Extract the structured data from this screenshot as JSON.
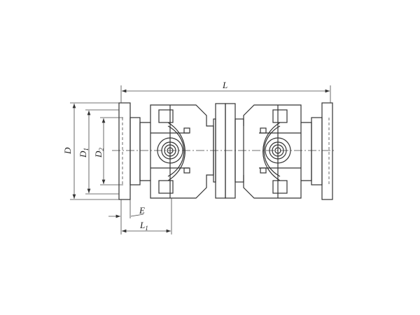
{
  "drawing": {
    "title_dimension_labels": {
      "overall_length": "L",
      "flange_outer_diameter": "D",
      "bolt_circle_diameter_base": "D",
      "bolt_circle_diameter_sub": "1",
      "spigot_diameter_base": "D",
      "spigot_diameter_sub": "2",
      "spigot_depth": "E",
      "flange_length_base": "L",
      "flange_length_sub": "1"
    },
    "line_color": "#333333",
    "background": "#ffffff"
  }
}
